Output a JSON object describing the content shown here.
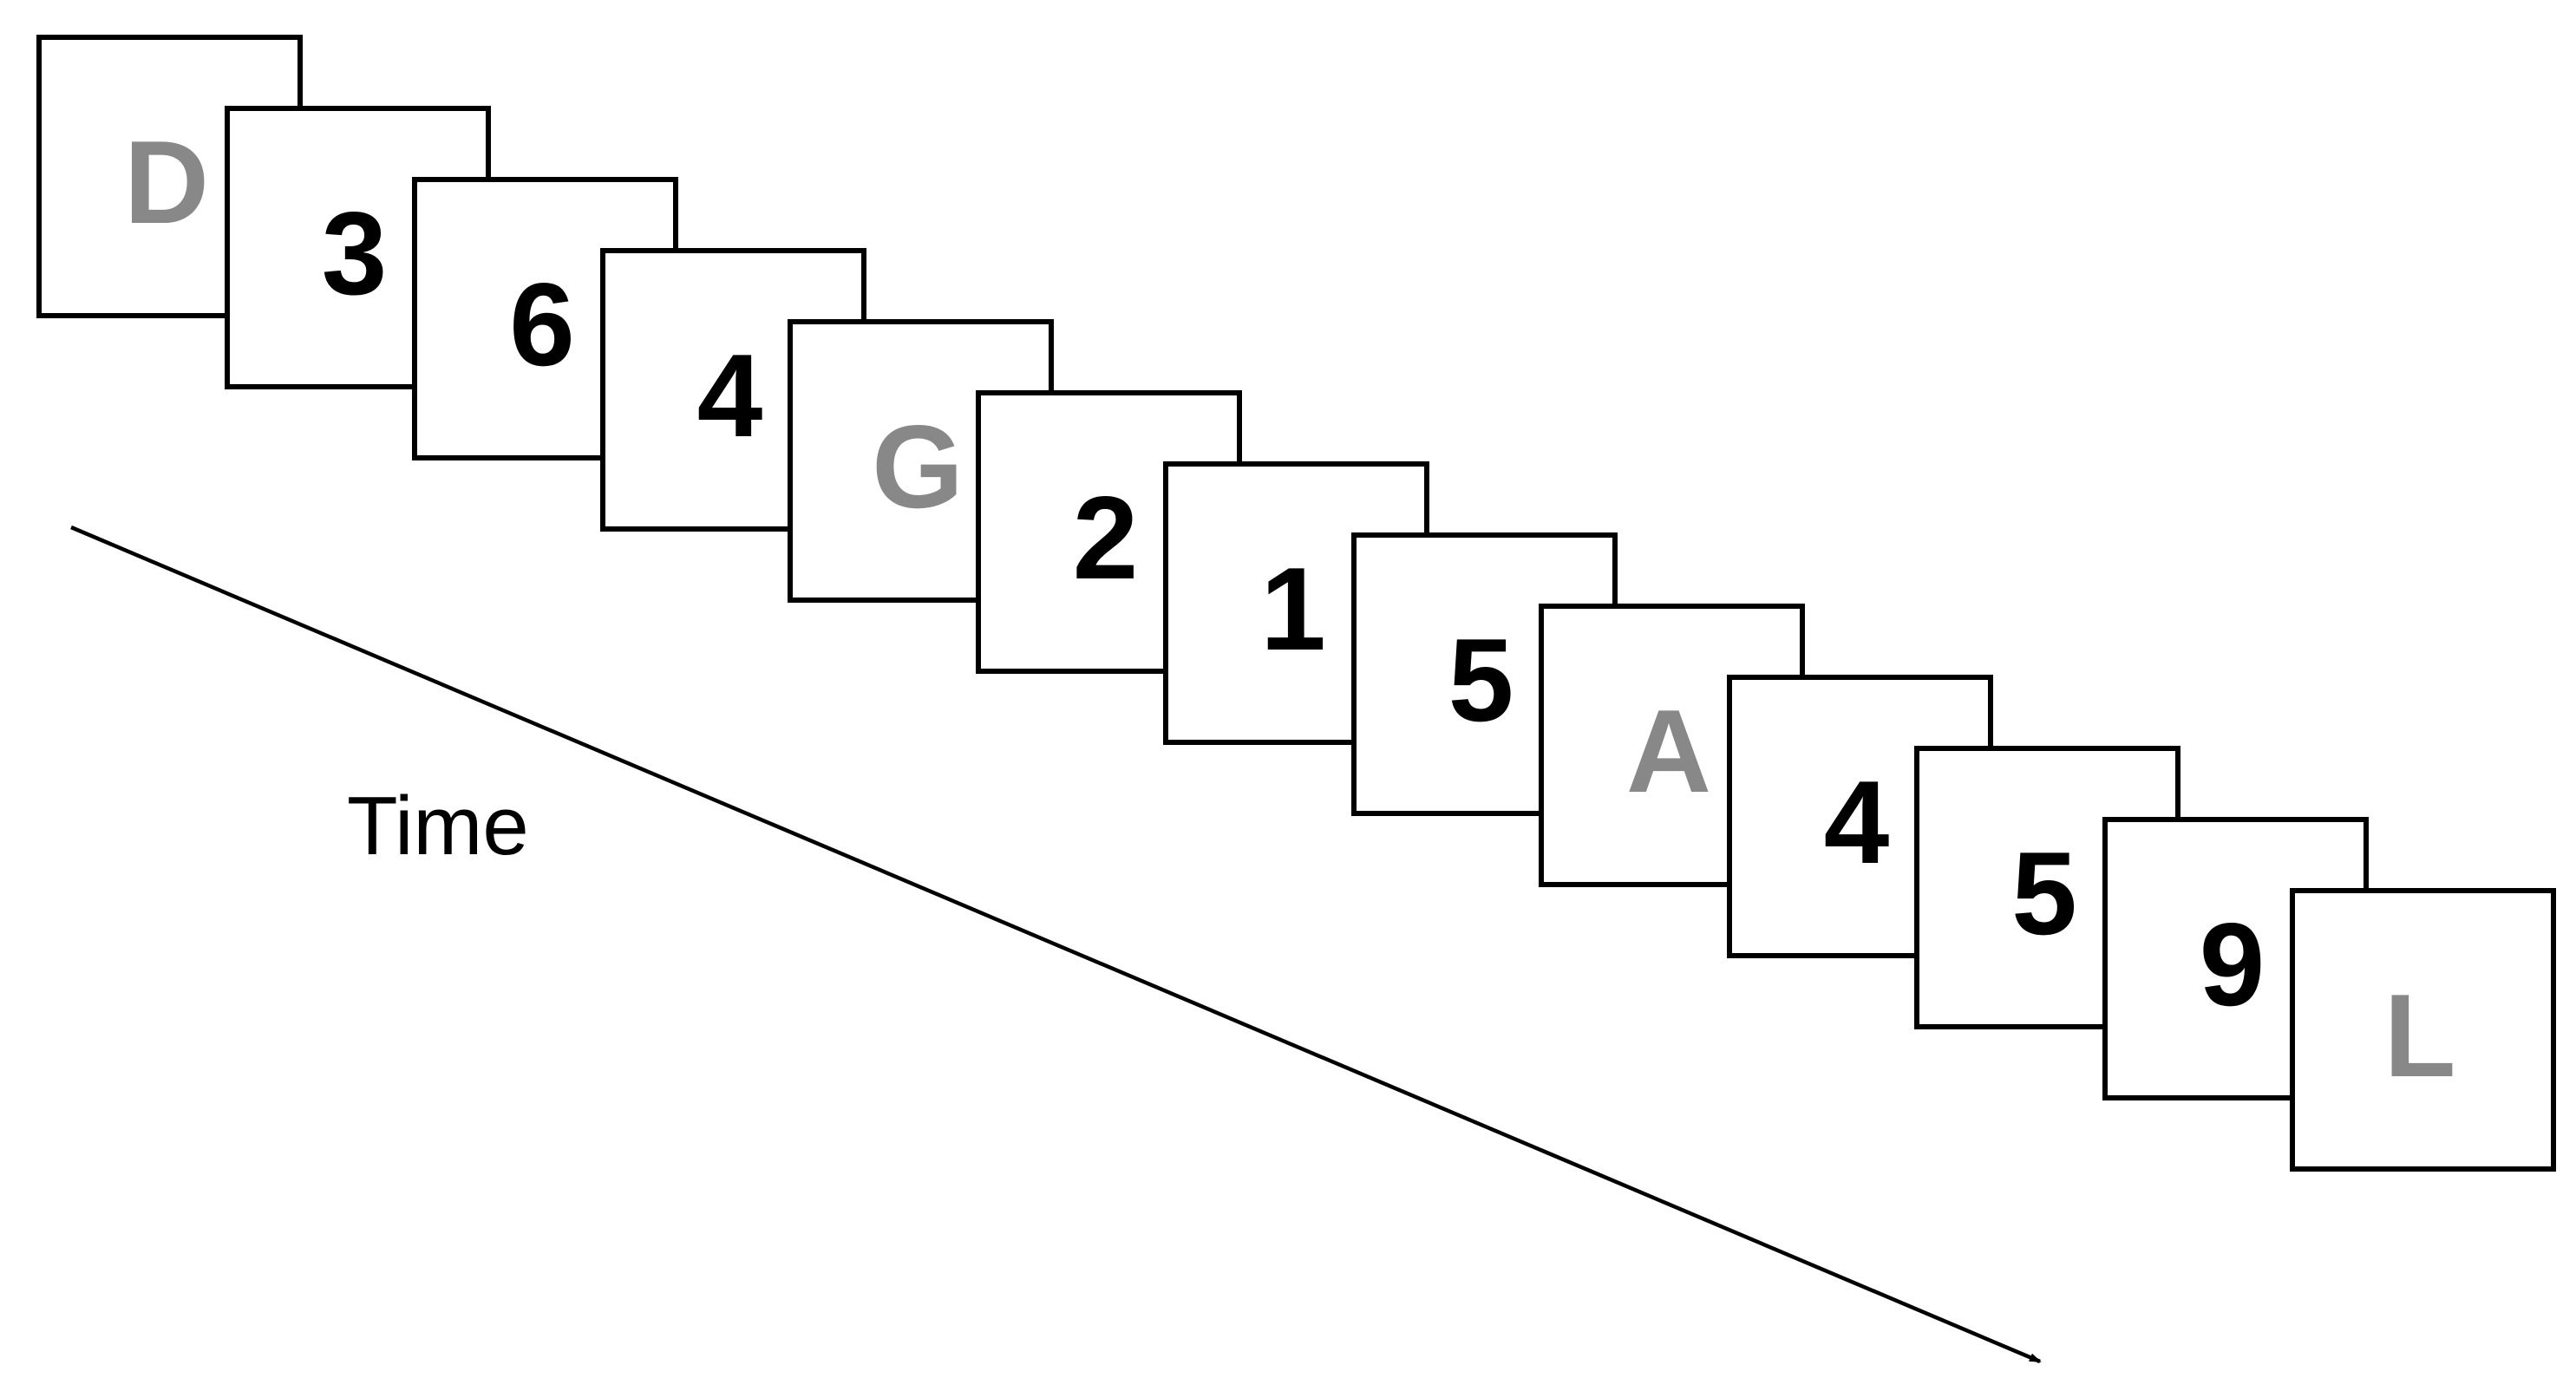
{
  "time_label": "Time",
  "colors": {
    "digit": "#000000",
    "letter": "#888888",
    "frame_border": "#000000"
  },
  "stimuli": [
    {
      "text": "D",
      "kind": "letter"
    },
    {
      "text": "3",
      "kind": "digit"
    },
    {
      "text": "6",
      "kind": "digit"
    },
    {
      "text": "4",
      "kind": "digit"
    },
    {
      "text": "G",
      "kind": "letter"
    },
    {
      "text": "2",
      "kind": "digit"
    },
    {
      "text": "1",
      "kind": "digit"
    },
    {
      "text": "5",
      "kind": "digit"
    },
    {
      "text": "A",
      "kind": "letter"
    },
    {
      "text": "4",
      "kind": "digit"
    },
    {
      "text": "5",
      "kind": "digit"
    },
    {
      "text": "9",
      "kind": "digit"
    },
    {
      "text": "L",
      "kind": "letter"
    }
  ]
}
